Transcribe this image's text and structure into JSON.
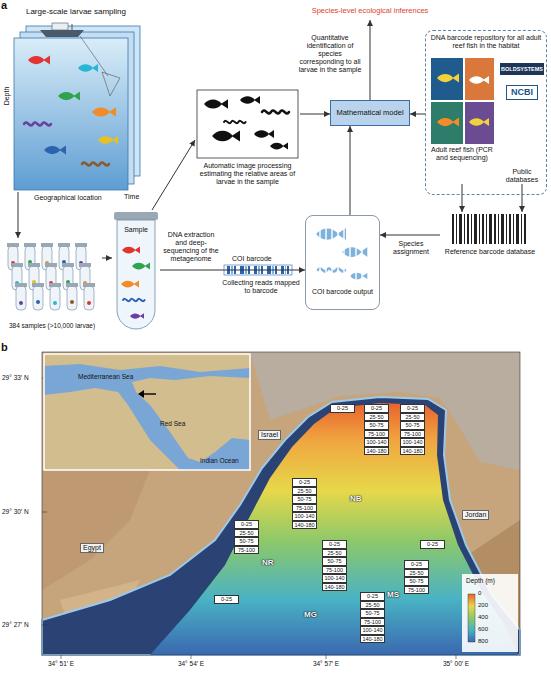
{
  "diagram": {
    "nodes": [
      {
        "text": [
          "Large-scale larvae sampling"
        ]
      },
      {
        "text": [
          "384 samples (>10,000 larvae)"
        ]
      },
      {
        "text": [
          "Sample"
        ]
      },
      {
        "text": [
          "Automatic image processing estimating the relative areas of larvae in the sample"
        ]
      },
      {
        "text": [
          "COI barcode output"
        ]
      },
      {
        "text": [
          "Mathematical model"
        ]
      },
      {
        "text": [
          "Species-level ecological inferences"
        ]
      },
      {
        "text": [
          "DNA barcode repository for all adult reef fish in the habitat"
        ]
      },
      {
        "text": [
          "Adult reef fish (PCR and sequencing)"
        ],
        "in": 7
      },
      {
        "text": [
          "BOLDSYSTEMS",
          "NCBI",
          "Public databases"
        ],
        "in": 7
      },
      {
        "text": [
          "Reference barcode database"
        ]
      }
    ],
    "edges": [
      {
        "from": 0,
        "to": 1,
        "arrow": "to"
      },
      {
        "from": 1,
        "to": 2,
        "arrow": "to"
      },
      {
        "from": 2,
        "to": 3,
        "arrow": "to"
      },
      {
        "from": 2,
        "to": 4,
        "label": "DNA extraction and deep-sequencing of the metagenome",
        "arrow": "to"
      },
      {
        "from": 3,
        "to": 5,
        "arrow": "to"
      },
      {
        "from": 4,
        "to": 5,
        "arrow": "to"
      },
      {
        "from": 5,
        "to": 6,
        "label": "Quantitative identification of species corresponding to all larvae in the sample",
        "arrow": "to"
      },
      {
        "from": 7,
        "to": 5,
        "arrow": "to"
      },
      {
        "from": 8,
        "to": 10,
        "arrow": "to"
      },
      {
        "from": 9,
        "to": 10,
        "arrow": "to"
      },
      {
        "from": 10,
        "to": 4,
        "label": "Species assignment",
        "arrow": "to"
      }
    ],
    "labels": [
      "a",
      "Depth",
      "Time",
      "Geographical location",
      "COI barcode",
      "Collecting reads mapped to barcode",
      "b",
      "Mediterranean Sea",
      "Red Sea",
      "Indian Ocean",
      "Israel",
      "Egypt",
      "Jordan",
      "NB",
      "NR",
      "MG",
      "MS",
      "29° 33′ N",
      "29° 30′ N",
      "29° 27′ N",
      "34° 51′ E",
      "34° 54′ E",
      "34° 57′ E",
      "35° 00′ E",
      "0",
      "200",
      "400",
      "600",
      "800",
      "Depth (m)",
      "0-25",
      "0-25",
      "25-50",
      "50-75",
      "75-100",
      "100-140",
      "140-180",
      "0-25",
      "25-50",
      "50-75",
      "75-100",
      "100-140",
      "140-180",
      "0-25",
      "25-50",
      "50-75",
      "75-100",
      "100-140",
      "140-180",
      "0-25",
      "25-50",
      "50-75",
      "75-100",
      "0-25",
      "0-25",
      "25-50",
      "50-75",
      "75-100",
      "100-140",
      "140-180",
      "0-25",
      "25-50",
      "50-75",
      "75-100",
      "100-140",
      "140-180",
      "0-25",
      "0-25",
      "25-50",
      "50-75",
      "75-100"
    ]
  }
}
